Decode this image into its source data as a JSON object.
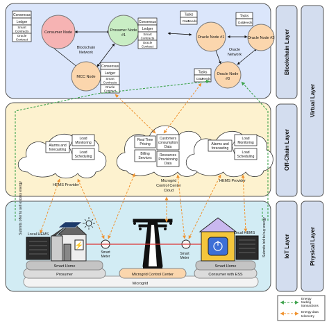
{
  "layers": {
    "blockchain": "Blockchain Layer",
    "offchain": "Off-Chain Layer",
    "iot": "IoT Layer",
    "virtual": "Virtual Layer",
    "physical": "Physical Layer"
  },
  "blockchain": {
    "consumer_node": "Consumer Node",
    "prosumer_node_line1": "Prosumer Node",
    "prosumer_node_line2": "#1",
    "mcc_node": "MCC Node",
    "network_line1": "Blockchain",
    "network_line2": "Network",
    "oracle_node_1": "Oracle Node #1",
    "oracle_node_2": "Oracle Node #2",
    "oracle_node_3_line1": "Oracle Node",
    "oracle_node_3_line2": "#3",
    "oracle_network_line1": "Oracle",
    "oracle_network_line2": "Network",
    "ledger_stack": {
      "consensus": "Consensus",
      "ledger": "Ledger",
      "smart_contracts_1": "Smart",
      "smart_contracts_2": "Contracts",
      "oracle_contract_1": "Oracle",
      "oracle_contract_2": "Contract"
    },
    "oracle_stack": {
      "tasks": "Tasks",
      "data_feeds_1": "Data",
      "data_feeds_2": "Feeds"
    }
  },
  "offchain": {
    "hems_left": {
      "alarms_1": "Alarms and",
      "alarms_2": "forecasting",
      "monitoring_1": "Load",
      "monitoring_2": "Monitoring",
      "scheduling_1": "Load",
      "scheduling_2": "Scheduling",
      "label": "HEMS Provider"
    },
    "mcc_cloud": {
      "realtime_1": "Real Time",
      "realtime_2": "Pricing",
      "consumption_1": "Customers",
      "consumption_2": "consumption",
      "consumption_3": "Data",
      "billing_1": "Billing",
      "billing_2": "Services",
      "resources_1": "Resources",
      "resources_2": "Provisioning",
      "resources_3": "Data",
      "label_1": "Microgrid",
      "label_2": "Control Center",
      "label_3": "Cloud"
    },
    "hems_right": {
      "alarms_1": "Alarms and",
      "alarms_2": "forecasting",
      "monitoring_1": "Load",
      "monitoring_2": "Monitoring",
      "scheduling_1": "Load",
      "scheduling_2": "Scheduling",
      "label": "HEMS Provider"
    }
  },
  "iot": {
    "local_hems_left": "Local HEMS",
    "local_hems_right": "Local HEMS",
    "smart_meter_left_1": "Smart",
    "smart_meter_left_2": "Meter",
    "smart_meter_right_1": "Smart",
    "smart_meter_right_2": "Meter",
    "smart_home_left": "Smart Home",
    "smart_home_right": "Smart Home",
    "prosumer": "Prosumer",
    "microgrid_control_center": "Microgrid Control Center",
    "consumer_with_ess": "Consumer with ESS",
    "microgrid": "Microgrid",
    "offer_vertical": "Submits offer to sell excess energy",
    "bid_vertical": "Submits bid to buy energy"
  },
  "legend": {
    "energy_1": "Energy",
    "energy_2": "trading",
    "energy_3": "transactions",
    "data_1": "Energy   data",
    "data_2": "telemetry"
  },
  "colors": {
    "blockchain_bg": "#dbe6fb",
    "offchain_bg": "#fdf2cf",
    "iot_bg": "#d2ecf4",
    "side_bg": "#d3ddef",
    "consumer_node": "#f6b3b3",
    "prosumer_node": "#c9edc4",
    "mcc_node": "#fbd6ad",
    "oracle_node": "#fbd6ad",
    "energy_trade_green": "#3fa34d",
    "data_orange": "#f0922e",
    "power_red": "#d33"
  }
}
